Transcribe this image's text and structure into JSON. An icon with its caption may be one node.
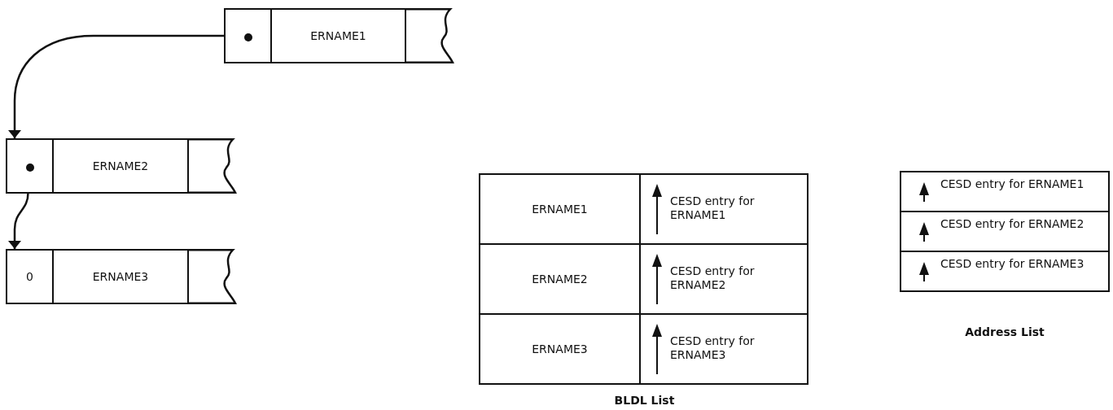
{
  "diagram": {
    "nodes": [
      {
        "text": [],
        "shape": "box"
      },
      {
        "text": [
          "ERNAME1"
        ]
      },
      {
        "text": [],
        "shape": "box"
      },
      {
        "text": [],
        "shape": "box"
      },
      {
        "text": [
          "ERNAME2"
        ]
      },
      {
        "text": [],
        "shape": "box"
      },
      {
        "text": [
          "0"
        ]
      },
      {
        "text": [
          "ERNAME3"
        ]
      },
      {
        "text": [],
        "shape": "box"
      }
    ],
    "edges": [
      {
        "from": 0,
        "to": 3,
        "arrow": "to"
      },
      {
        "from": 3,
        "to": 6,
        "arrow": "to"
      }
    ],
    "labels": [
      "ERNAME1",
      "CESD entry for ERNAME1",
      "ERNAME2",
      "CESD entry for ERNAME2",
      "ERNAME3",
      "CESD entry for ERNAME3",
      "BLDL List",
      "CESD entry for ERNAME1",
      "CESD entry for ERNAME2",
      "CESD entry for ERNAME3",
      "Address List"
    ]
  }
}
